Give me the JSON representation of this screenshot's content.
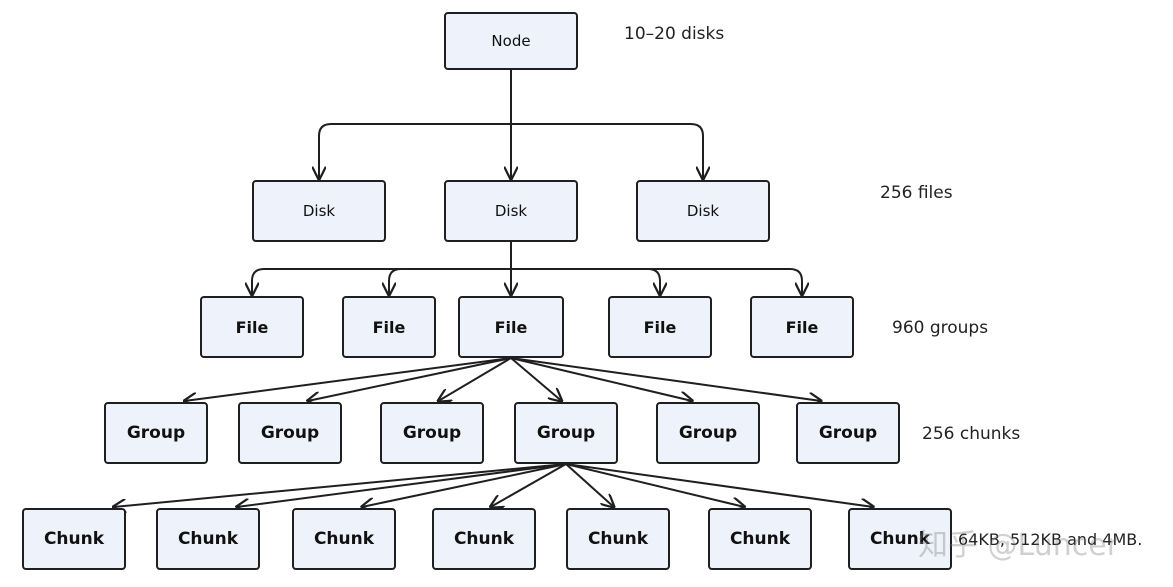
{
  "diagram": {
    "levels": [
      {
        "key": "node",
        "labels": [
          "Node"
        ]
      },
      {
        "key": "disk",
        "labels": [
          "Disk",
          "Disk",
          "Disk"
        ]
      },
      {
        "key": "file",
        "labels": [
          "File",
          "File",
          "File",
          "File",
          "File"
        ]
      },
      {
        "key": "group",
        "labels": [
          "Group",
          "Group",
          "Group",
          "Group",
          "Group",
          "Group"
        ]
      },
      {
        "key": "chunk",
        "labels": [
          "Chunk",
          "Chunk",
          "Chunk",
          "Chunk",
          "Chunk",
          "Chunk",
          "Chunk"
        ]
      }
    ],
    "annotations": {
      "node": "10–20 disks",
      "disk": "256 files",
      "file": "960 groups",
      "group": "256 chunks",
      "chunk": "64KB, 512KB and 4MB."
    },
    "expanded_child_index": {
      "node": 0,
      "disk": 1,
      "file": 2,
      "group": 3
    },
    "colors": {
      "box_fill": "#eef2fb",
      "box_border": "#1f1f1f",
      "edge": "#1f1f1f"
    }
  },
  "watermark": "知乎 @Luncer"
}
